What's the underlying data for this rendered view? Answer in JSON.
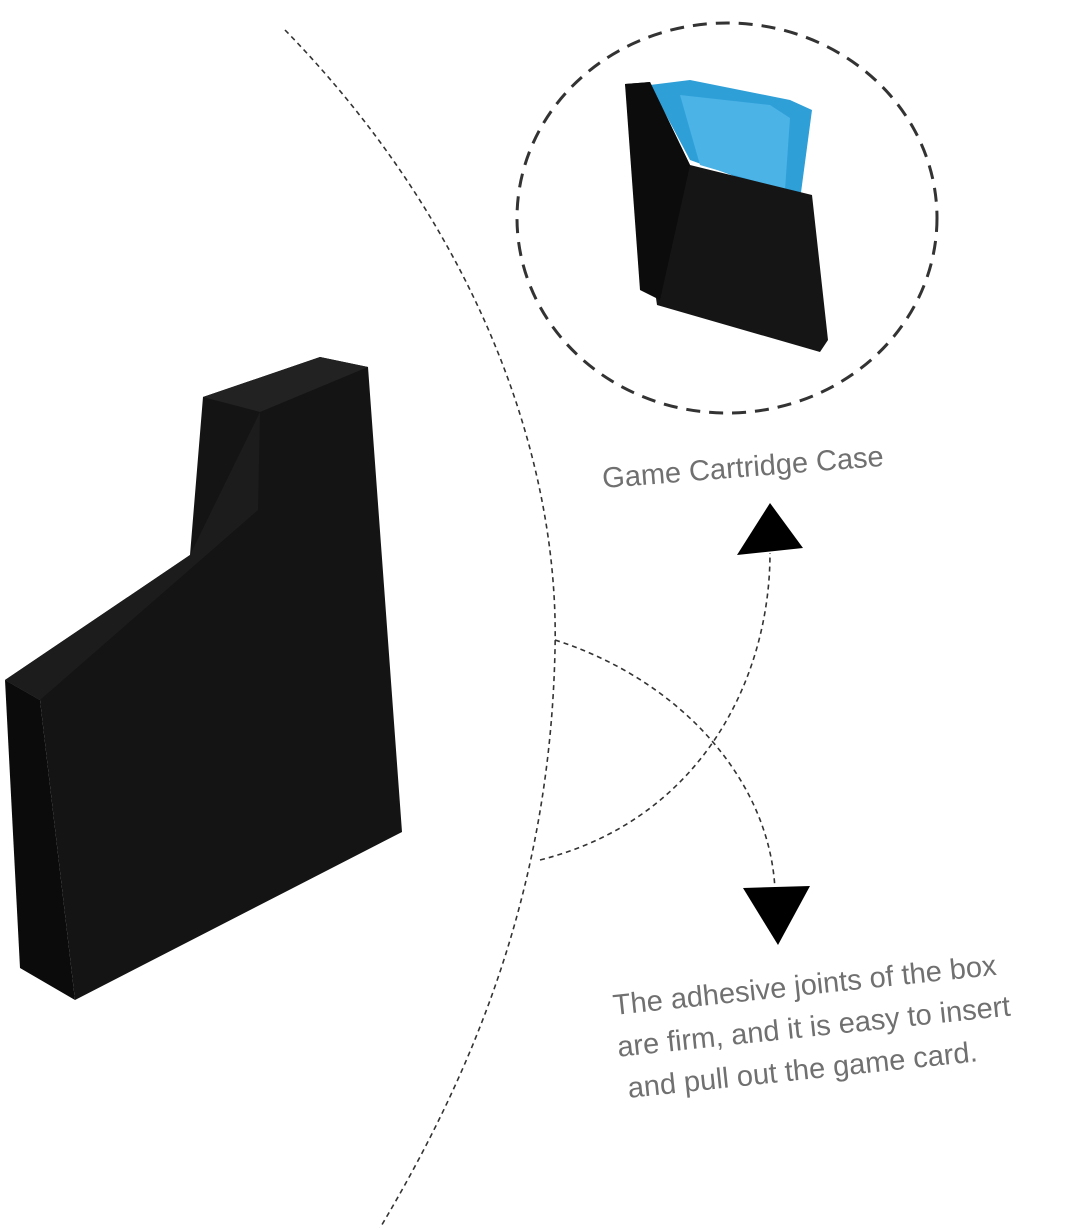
{
  "labels": {
    "case_title": "Game Cartridge Case",
    "description_lines": [
      "The adhesive joints of the box",
      "are firm, and it is easy to insert",
      "and pull out the game card."
    ]
  },
  "colors": {
    "case_black": "#141414",
    "cartridge_blue": "#2f9fd8",
    "text_gray": "#707070",
    "dash_line": "#333333"
  }
}
